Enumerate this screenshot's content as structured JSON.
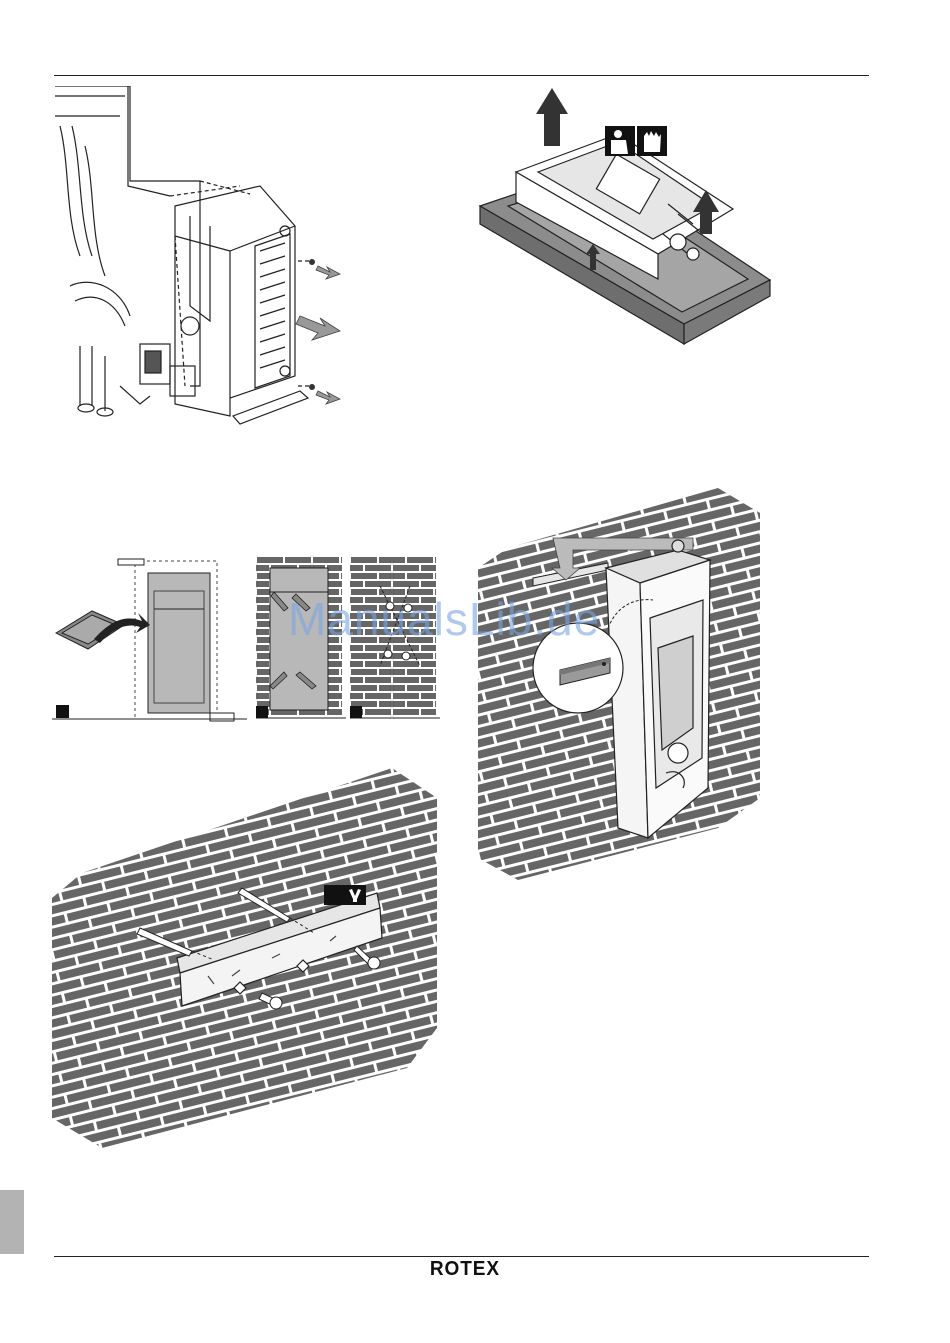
{
  "page": {
    "watermark_text": "ManualsLib.de",
    "brand_logo": "ROTEX",
    "colors": {
      "brick": "#666666",
      "mortar": "#ffffff",
      "panel_gray": "#b8b8b8",
      "rule": "#222222",
      "watermark": "#78a5e1",
      "tab_gray": "#b3b3b3"
    }
  },
  "figures": [
    {
      "name": "hydraulic-unit-switchbox-removal",
      "icons": [
        "arrow-icon",
        "screw-icon"
      ]
    },
    {
      "name": "unit-lift-from-packaging",
      "icons": [
        "person-lift-icon",
        "gloves-icon",
        "arrow-up-icon"
      ]
    },
    {
      "name": "drilling-template-steps",
      "icons": [
        "step-marker-icon",
        "pencil-icon",
        "drill-icon"
      ]
    },
    {
      "name": "wall-bracket-mounting",
      "icons": [
        "tools-icon",
        "wall-plug-icon",
        "screw-icon"
      ]
    },
    {
      "name": "unit-hang-on-bracket",
      "icons": [
        "arrow-icon",
        "magnifier-detail-icon"
      ]
    }
  ]
}
